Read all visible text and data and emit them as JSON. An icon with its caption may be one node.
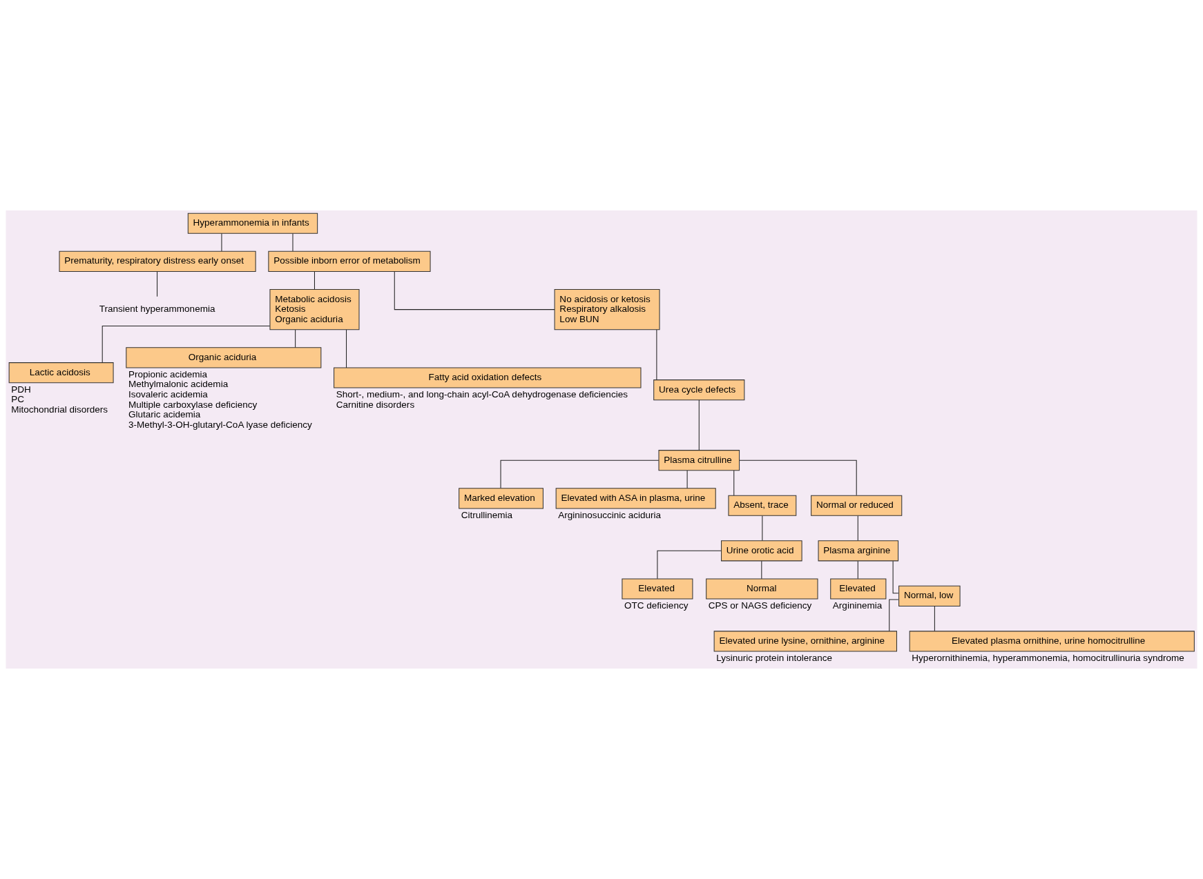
{
  "diagram": {
    "nodes": [
      {
        "text": [
          "Hyperammonemia in infants"
        ]
      },
      {
        "text": [
          "Prematurity, respiratory distress early onset"
        ]
      },
      {
        "text": [
          "Possible inborn error of metabolism"
        ]
      },
      {
        "text": [
          "Transient hyperammonemia"
        ]
      },
      {
        "text": [
          "Metabolic acidosis",
          "Ketosis",
          "Organic aciduria"
        ]
      },
      {
        "text": [
          "No acidosis or ketosis",
          "Respiratory alkalosis",
          "Low BUN"
        ]
      },
      {
        "text": [
          "Lactic acidosis"
        ],
        "beside": [
          "PDH",
          "PC",
          "Mitochondrial disorders"
        ]
      },
      {
        "text": [
          "Organic aciduria"
        ],
        "beside": [
          "Propionic acidemia",
          "Methylmalonic acidemia",
          "Isovaleric acidemia",
          "Multiple carboxylase deficiency",
          "Glutaric acidemia",
          "3-Methyl-3-OH-glutaryl-CoA lyase deficiency"
        ]
      },
      {
        "text": [
          "Fatty acid oxidation defects"
        ],
        "beside": [
          "Short-, medium-, and long-chain acyl-CoA dehydrogenase deficiencies",
          "Carnitine disorders"
        ]
      },
      {
        "text": [
          "Urea cycle defects"
        ]
      },
      {
        "text": [
          "Plasma citrulline"
        ]
      },
      {
        "text": [
          "Marked elevation"
        ],
        "beside": [
          "Citrullinemia"
        ]
      },
      {
        "text": [
          "Elevated with ASA in plasma, urine"
        ],
        "beside": [
          "Argininosuccinic aciduria"
        ]
      },
      {
        "text": [
          "Absent, trace"
        ]
      },
      {
        "text": [
          "Normal or reduced"
        ]
      },
      {
        "text": [
          "Urine orotic acid"
        ]
      },
      {
        "text": [
          "Elevated"
        ],
        "beside": [
          "OTC deficiency"
        ]
      },
      {
        "text": [
          "Normal"
        ],
        "beside": [
          "CPS or NAGS deficiency"
        ]
      },
      {
        "text": [
          "Plasma arginine"
        ]
      },
      {
        "text": [
          "Elevated"
        ],
        "beside": [
          "Argininemia"
        ]
      },
      {
        "text": [
          "Normal, low"
        ]
      },
      {
        "text": [
          "Elevated urine lysine, ornithine, arginine"
        ],
        "beside": [
          "Lysinuric protein intolerance"
        ]
      },
      {
        "text": [
          "Elevated plasma ornithine, urine homocitrulline"
        ],
        "beside": [
          "Hyperornithinemia, hyperammonemia, homocitrullinuria syndrome"
        ]
      }
    ],
    "edges": [
      {
        "from": 0,
        "to": 1,
        "arrow": "none"
      },
      {
        "from": 0,
        "to": 2,
        "arrow": "none"
      },
      {
        "from": 1,
        "to": 3,
        "arrow": "none"
      },
      {
        "from": 2,
        "to": 4,
        "arrow": "none"
      },
      {
        "from": 2,
        "to": 5,
        "arrow": "none"
      },
      {
        "from": 4,
        "to": 6,
        "arrow": "none"
      },
      {
        "from": 4,
        "to": 7,
        "arrow": "none"
      },
      {
        "from": 4,
        "to": 8,
        "arrow": "none"
      },
      {
        "from": 5,
        "to": 9,
        "arrow": "none"
      },
      {
        "from": 9,
        "to": 10,
        "arrow": "none"
      },
      {
        "from": 10,
        "to": 11,
        "arrow": "none"
      },
      {
        "from": 10,
        "to": 12,
        "arrow": "none"
      },
      {
        "from": 10,
        "to": 13,
        "arrow": "none"
      },
      {
        "from": 10,
        "to": 14,
        "arrow": "none"
      },
      {
        "from": 13,
        "to": 15,
        "arrow": "none"
      },
      {
        "from": 15,
        "to": 16,
        "arrow": "none"
      },
      {
        "from": 15,
        "to": 17,
        "arrow": "none"
      },
      {
        "from": 14,
        "to": 18,
        "arrow": "none"
      },
      {
        "from": 18,
        "to": 19,
        "arrow": "none"
      },
      {
        "from": 18,
        "to": 20,
        "arrow": "none"
      },
      {
        "from": 20,
        "to": 21,
        "arrow": "none"
      },
      {
        "from": 20,
        "to": 22,
        "arrow": "none"
      }
    ]
  }
}
